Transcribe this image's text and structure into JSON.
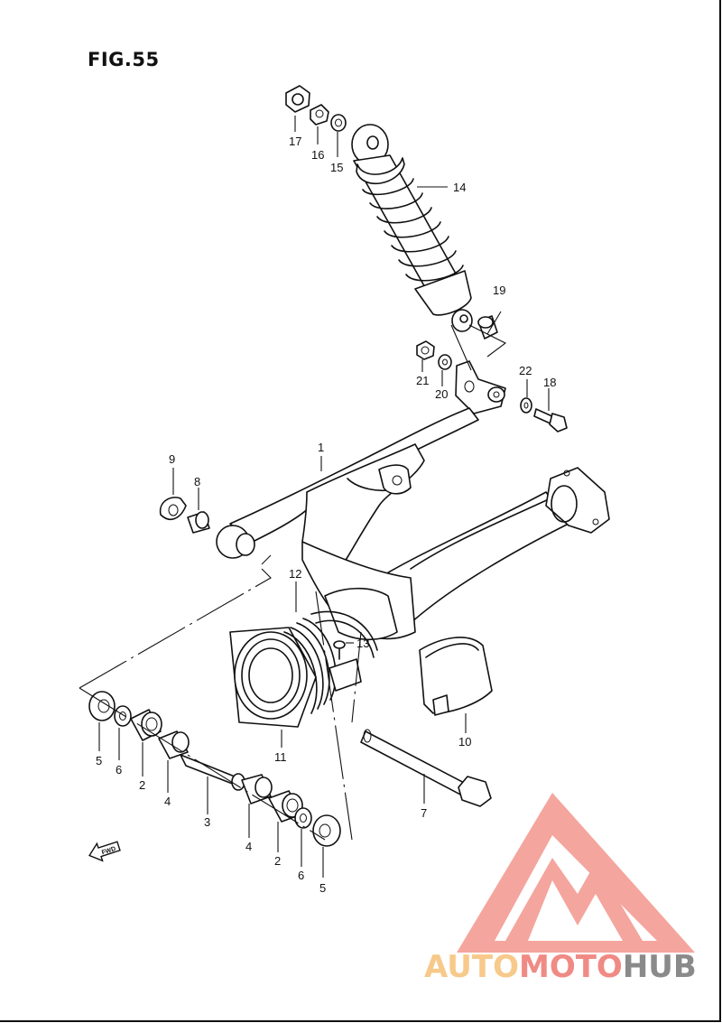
{
  "figure": {
    "title": "FIG.55"
  },
  "fwd_label": "FWD",
  "callouts": [
    {
      "id": "c17",
      "text": "17"
    },
    {
      "id": "c16",
      "text": "16"
    },
    {
      "id": "c15",
      "text": "15"
    },
    {
      "id": "c14",
      "text": "14"
    },
    {
      "id": "c19",
      "text": "19"
    },
    {
      "id": "c21",
      "text": "21"
    },
    {
      "id": "c20",
      "text": "20"
    },
    {
      "id": "c22",
      "text": "22"
    },
    {
      "id": "c18",
      "text": "18"
    },
    {
      "id": "c1",
      "text": "1"
    },
    {
      "id": "c9",
      "text": "9"
    },
    {
      "id": "c8",
      "text": "8"
    },
    {
      "id": "c12",
      "text": "12"
    },
    {
      "id": "c13",
      "text": "13"
    },
    {
      "id": "c11",
      "text": "11"
    },
    {
      "id": "c10",
      "text": "10"
    },
    {
      "id": "c7",
      "text": "7"
    },
    {
      "id": "c5a",
      "text": "5"
    },
    {
      "id": "c6a",
      "text": "6"
    },
    {
      "id": "c2a",
      "text": "2"
    },
    {
      "id": "c4a",
      "text": "4"
    },
    {
      "id": "c3",
      "text": "3"
    },
    {
      "id": "c4b",
      "text": "4"
    },
    {
      "id": "c2b",
      "text": "2"
    },
    {
      "id": "c6b",
      "text": "6"
    },
    {
      "id": "c5b",
      "text": "5"
    }
  ],
  "watermark": {
    "part1": "AUTO",
    "part2": "MOTO",
    "part3": "HUB",
    "colors": {
      "auto": "#f7c98a",
      "moto": "#f08a84",
      "hub": "#8a8a8a",
      "logo": "#f39c93"
    }
  }
}
